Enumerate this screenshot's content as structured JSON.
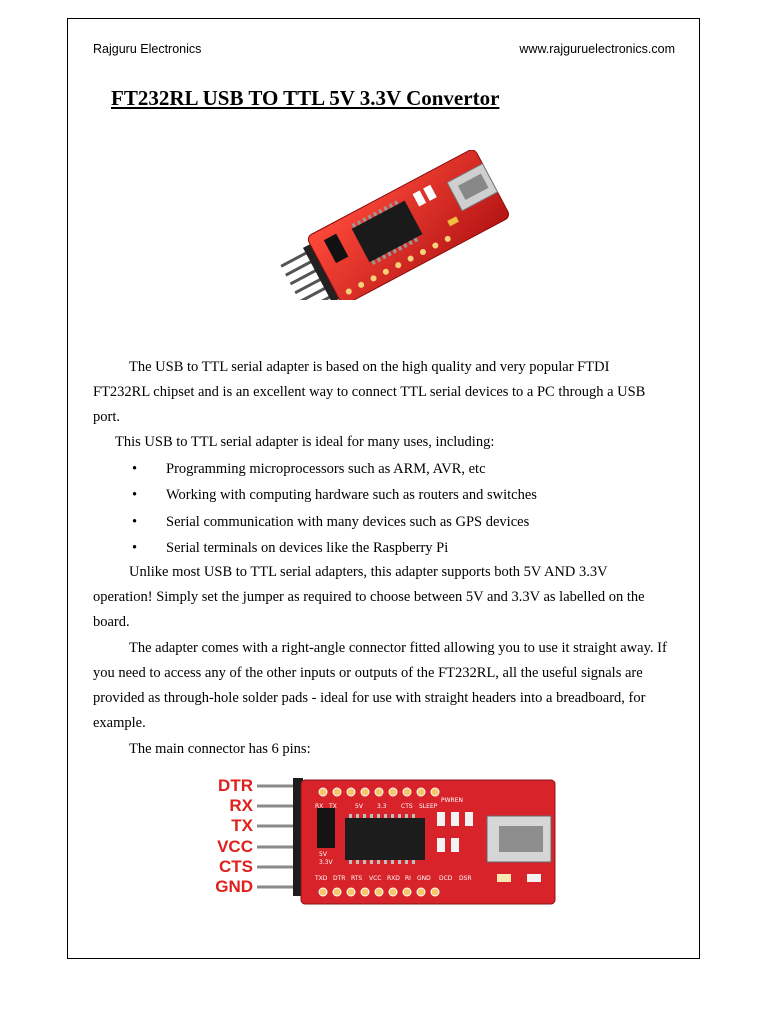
{
  "header": {
    "left": "Rajguru Electronics",
    "right": "www.rajguruelectronics.com"
  },
  "title": "FT232RL USB TO TTL 5V 3.3V Convertor",
  "paragraphs": {
    "p1": "The USB to TTL serial adapter is based on the high quality and very popular FTDI FT232RL chipset and is an excellent way to connect TTL serial devices to a PC through a USB port.",
    "p2": "This USB to TTL serial adapter is ideal for many uses, including:",
    "p3": "Unlike most USB to TTL serial adapters, this adapter supports both 5V AND 3.3V operation! Simply set the jumper as required to choose between 5V and 3.3V as labelled on the board.",
    "p4": "The adapter comes with a right-angle connector fitted allowing you to use it straight away. If you need to access any of the other inputs or outputs of the FT232RL, all the useful signals are provided as through-hole solder pads - ideal for use with straight headers into a breadboard, for example.",
    "p5": "The main connector has 6 pins:"
  },
  "bullets": [
    "Programming microprocessors such as ARM, AVR, etc",
    "Working with computing hardware such as routers and switches",
    "Serial communication with many devices such as GPS devices",
    "Serial terminals on devices like the Raspberry Pi"
  ],
  "bullet_symbol": "•",
  "pins": [
    "DTR",
    "RX",
    "TX",
    "VCC",
    "CTS",
    "GND"
  ],
  "board_silkscreen": {
    "left_pins": [
      "DTR",
      "RX",
      "TX",
      "VCC",
      "CTS",
      "GND"
    ],
    "top_labels": [
      "RX",
      "TX",
      "5V",
      "3.3",
      "CTS",
      "SLEEP",
      "PWREN"
    ],
    "bottom_labels": [
      "TXD",
      "DTR",
      "RTS",
      "VCC",
      "RXD",
      "RI",
      "GND",
      "DCD",
      "DSR"
    ],
    "jumper_labels": [
      "5V",
      "3.3V"
    ]
  },
  "colors": {
    "board_red": "#d8232a",
    "pin_label_red": "#e0201c"
  }
}
